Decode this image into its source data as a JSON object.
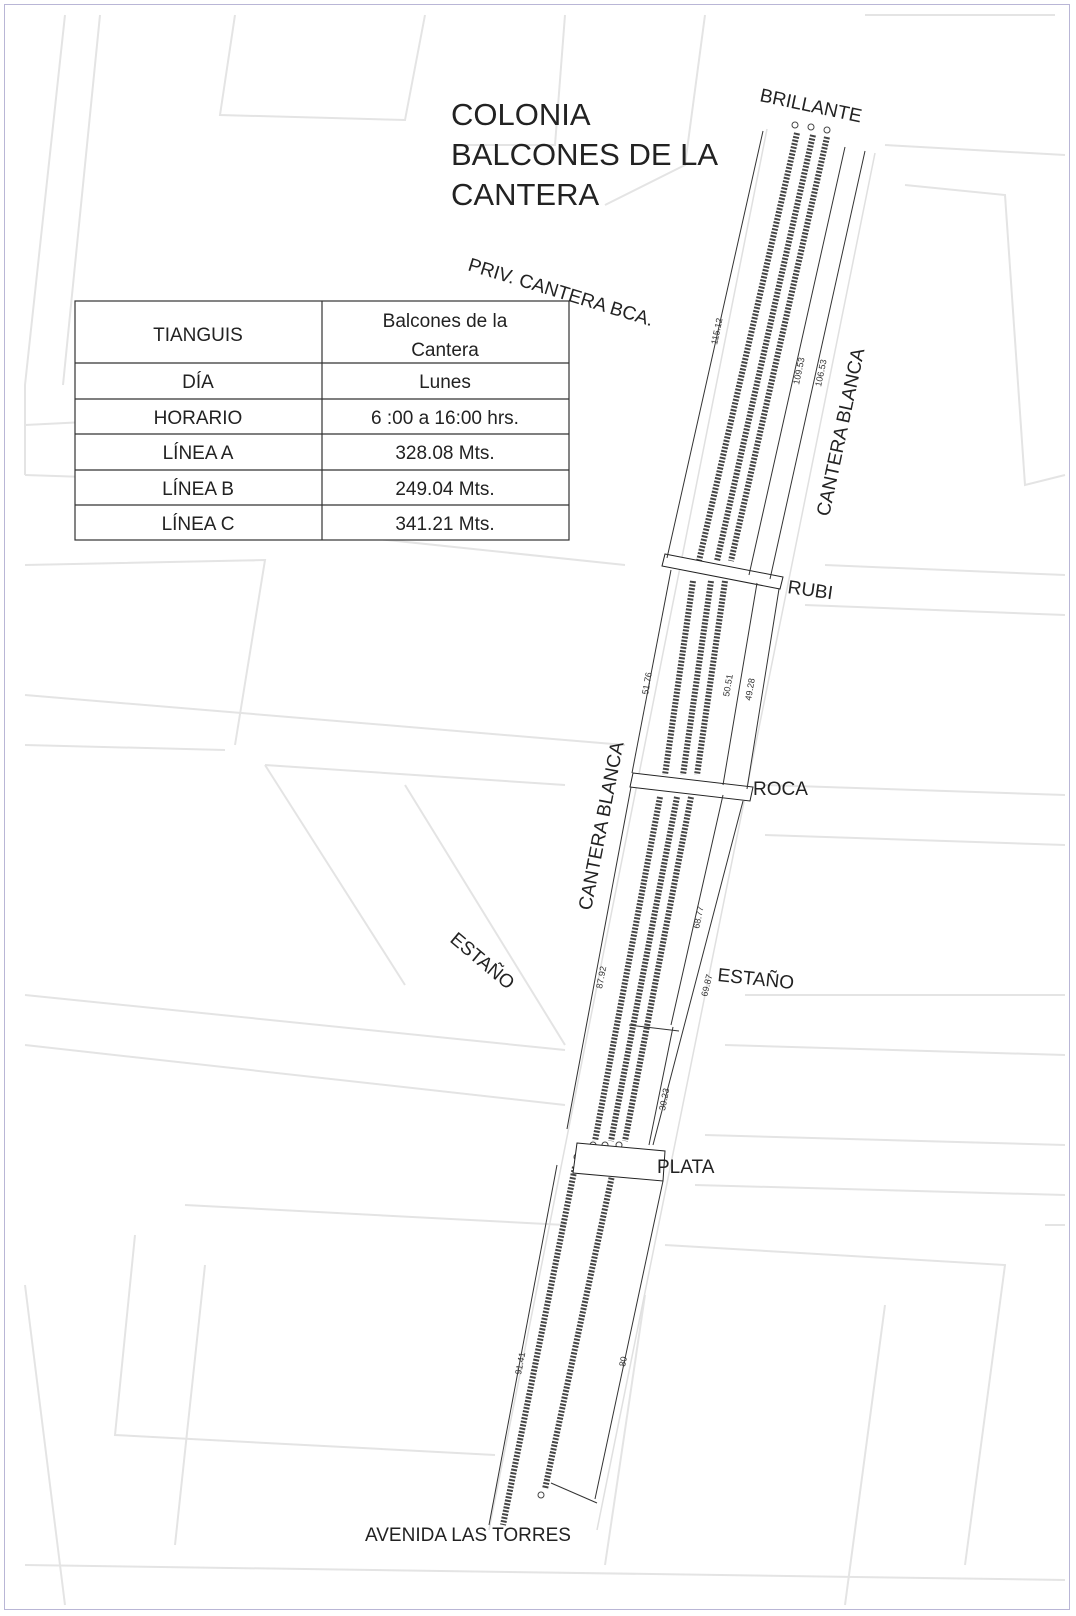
{
  "title": {
    "lines": [
      "COLONIA",
      "BALCONES DE LA",
      "CANTERA"
    ]
  },
  "info_table": {
    "rows": [
      {
        "label": "TIANGUIS",
        "value_lines": [
          "Balcones de la",
          "Cantera"
        ]
      },
      {
        "label": "DÍA",
        "value_lines": [
          "Lunes"
        ]
      },
      {
        "label": "HORARIO",
        "value_lines": [
          "6 :00 a 16:00 hrs."
        ]
      },
      {
        "label": "LÍNEA A",
        "value_lines": [
          "328.08 Mts."
        ]
      },
      {
        "label": "LÍNEA B",
        "value_lines": [
          "249.04 Mts."
        ]
      },
      {
        "label": "LÍNEA C",
        "value_lines": [
          "341.21 Mts."
        ]
      }
    ]
  },
  "streets": {
    "brillante": "BRILLANTE",
    "priv_cantera": "PRIV. CANTERA BCA.",
    "cantera_blanca_top": "CANTERA BLANCA",
    "rubi": "RUBI",
    "roca": "ROCA",
    "cantera_blanca_mid": "CANTERA BLANCA",
    "estano_left": "ESTAÑO",
    "estano_right": "ESTAÑO",
    "plata": "PLATA",
    "avenida": "AVENIDA LAS TORRES"
  },
  "dimensions": {
    "d1": "115.12",
    "d2": "109.53",
    "d3": "106.53",
    "d4": "51.76",
    "d5": "50.51",
    "d6": "49.28",
    "d7": "87.92",
    "d8": "68.77",
    "d9": "69.87",
    "d10": "30.23",
    "d11": "91.41",
    "d12": "80"
  },
  "colors": {
    "stall_line": "#444444",
    "street_outline": "#e4e4e4",
    "frame": "#b9b6d6"
  }
}
